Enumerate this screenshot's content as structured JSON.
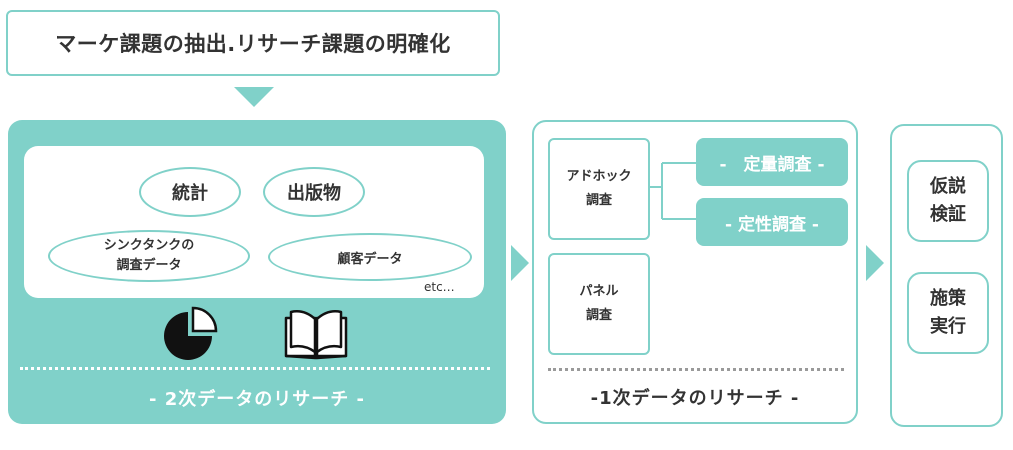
{
  "header": {
    "title": "マーケ課題の抽出.リサーチ課題の明確化"
  },
  "secondary": {
    "items": {
      "statistics": "統計",
      "publications": "出版物",
      "think_tank_line1": "シンクタンクの",
      "think_tank_line2": "調査データ",
      "customer_data": "顧客データ"
    },
    "etc": "etc…",
    "icons": [
      "pie-chart-icon",
      "open-book-icon"
    ],
    "label": "- 2次データのリサーチ -"
  },
  "primary": {
    "adhoc_line1": "アドホック",
    "adhoc_line2": "調査",
    "panel_line1": "パネル",
    "panel_line2": "調査",
    "quantitative": "-　定量調査 -",
    "qualitative": "- 定性調査 -",
    "label": "-1次データのリサーチ -"
  },
  "right": {
    "hypothesis_line1": "仮説",
    "hypothesis_line2": "検証",
    "execution_line1": "施策",
    "execution_line2": "実行"
  },
  "colors": {
    "accent": "#80d1c9",
    "text": "#333333"
  }
}
